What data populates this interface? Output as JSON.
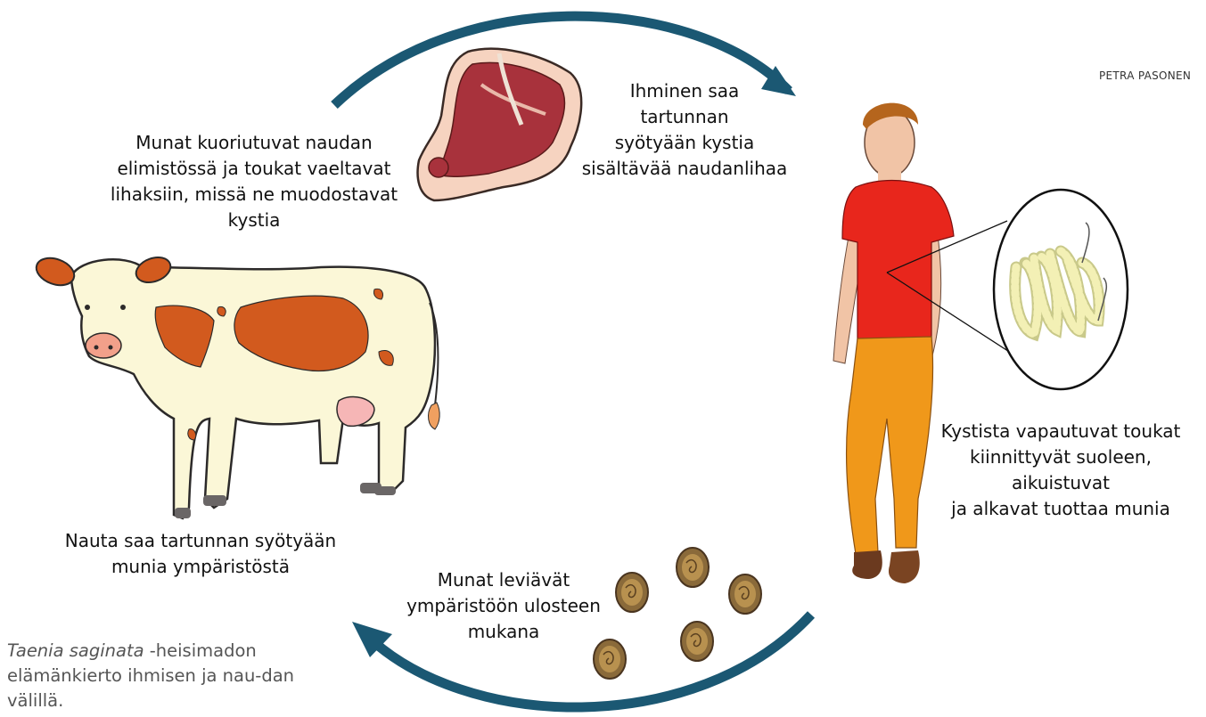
{
  "credit": "PETRA PASONEN",
  "labels": {
    "cow_stage": "Munat kuoriutuvat naudan\nelimistössä ja toukat vaeltavat\nlihaksiin, missä ne muodostavat\nkystia",
    "human_infection": "Ihminen saa\ntartunnan\nsyötyään kystia\nsisältävää naudanlihaa",
    "adult_stage": "Kystista vapautuvat toukat\nkiinnittyvät suoleen,\naikuistuvat\nja alkavat tuottaa munia",
    "eggs_spread": "Munat leviävät\nympäristöön ulosteen\nmukana",
    "cow_infection": "Nauta saa tartunnan syötyään\nmunia ympäristöstä"
  },
  "caption": {
    "species": "Taenia saginata",
    "text": " -heisimadon elämänkierto ihmisen ja nau-dan välillä."
  },
  "colors": {
    "arrow": "#1b5873",
    "meat": "#a8323c",
    "cow_spots": "#d25a1e",
    "shirt": "#e8261c",
    "pants": "#f0981a",
    "egg": "#8a6a3a"
  }
}
